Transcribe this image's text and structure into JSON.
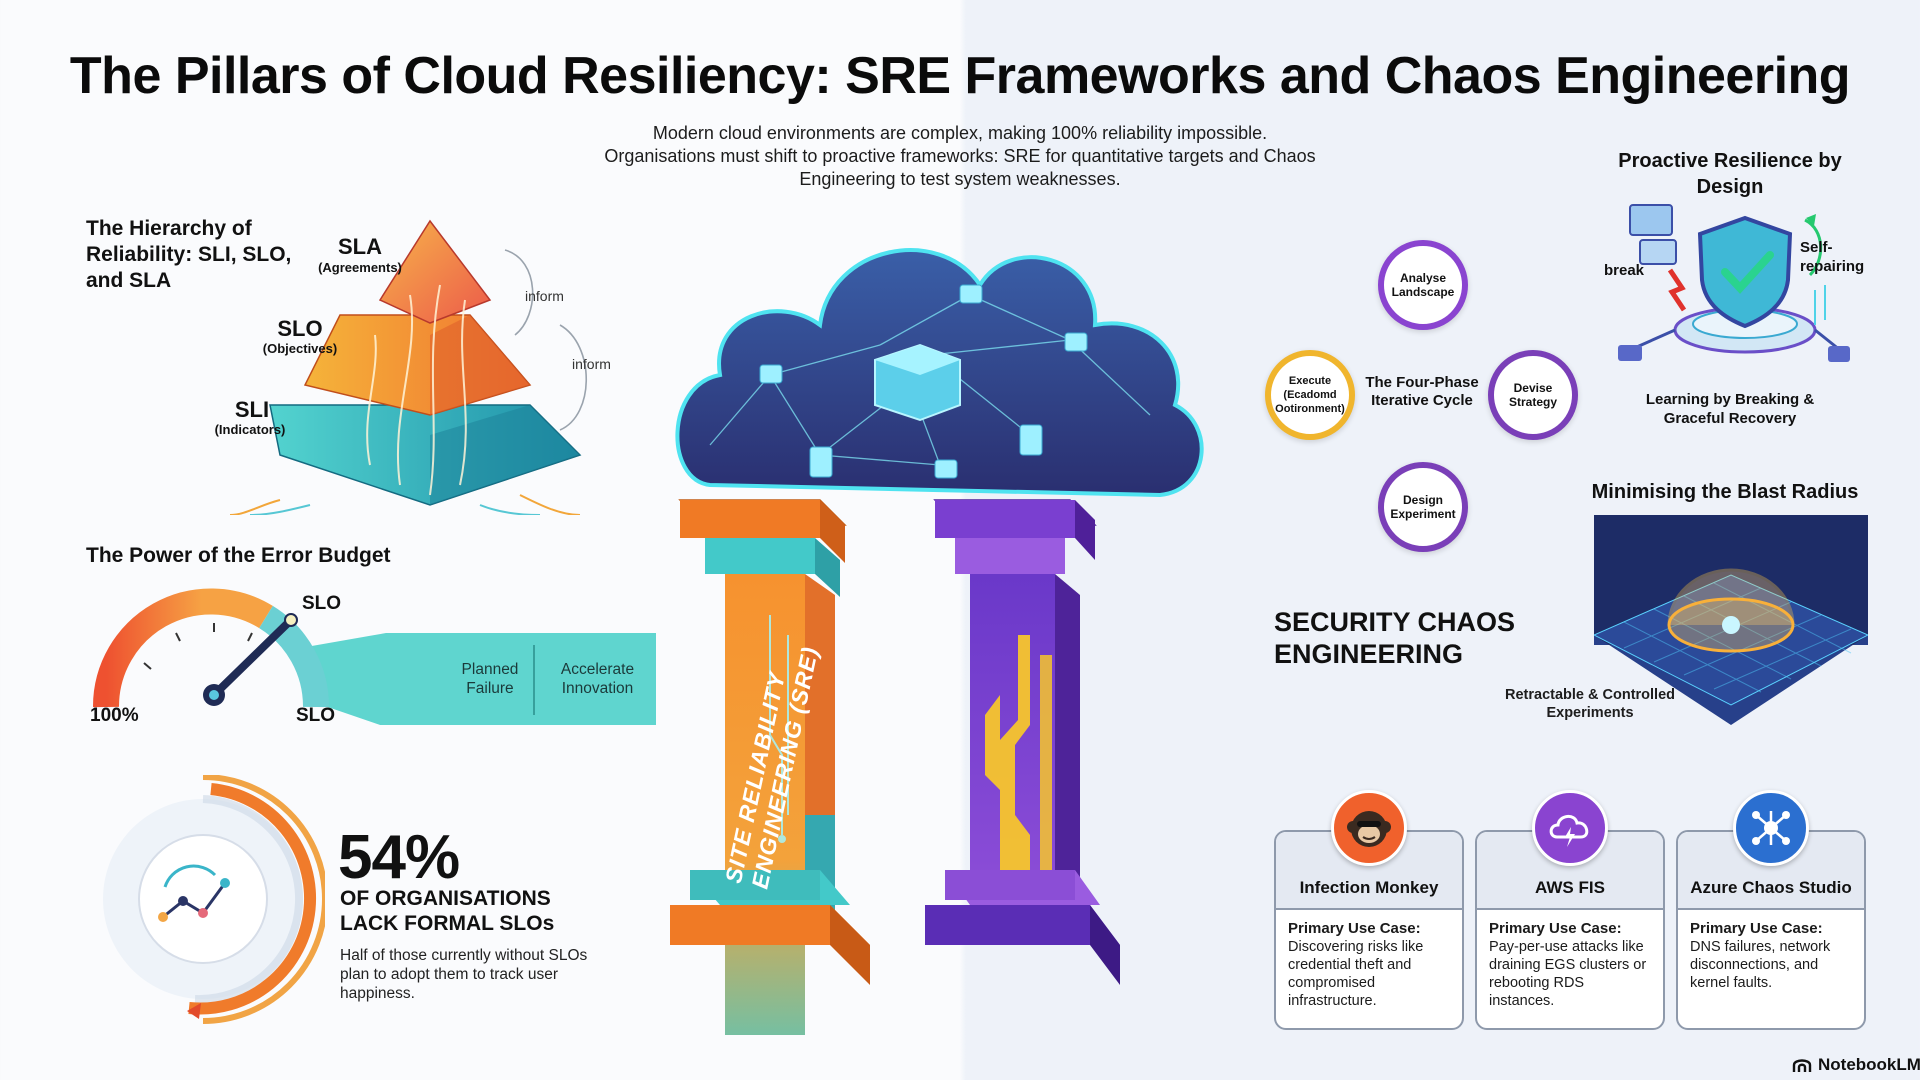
{
  "title": "The Pillars of Cloud Resiliency: SRE Frameworks and Chaos Engineering",
  "intro": "Modern cloud environments are complex, making 100% reliability impossible. Organisations must shift to proactive frameworks: SRE for quantitative targets and Chaos Engineering to test system weaknesses.",
  "hierarchy": {
    "heading": "The Hierarchy of Reliability: SLI, SLO, and SLA",
    "sla": "SLA",
    "sla_sub": "(Agreements)",
    "slo": "SLO",
    "slo_sub": "(Objectives)",
    "sli": "SLI",
    "sli_sub": "(Indicators)",
    "inform_1": "inform",
    "inform_2": "inform"
  },
  "error_budget": {
    "heading": "The Power of the Error Budget",
    "label_100": "100%",
    "slo_top": "SLO",
    "slo_bottom": "SLO",
    "planned": "Planned Failure",
    "accelerate": "Accelerate Innovation"
  },
  "stat": {
    "value": "54%",
    "headline": "OF ORGANISATIONS LACK FORMAL SLOs",
    "note": "Half of those currently without SLOs plan to adopt them to track user happiness."
  },
  "pillar": {
    "sre_label": "SITE RELIABILITY ENGINEERING (SRE)"
  },
  "cycle": {
    "center": "The Four-Phase Iterative Cycle",
    "analyse": "Analyse Landscape",
    "devise": "Devise Strategy",
    "design": "Design Experiment",
    "execute": "Execute (Ecadomd Ootironment)"
  },
  "proactive": {
    "heading": "Proactive Resilience by Design",
    "break": "break",
    "self_repair": "Self-repairing",
    "caption": "Learning by Breaking & Graceful Recovery"
  },
  "security_chaos": "SECURITY CHAOS ENGINEERING",
  "blast": {
    "heading": "Minimising the Blast Radius",
    "caption": "Retractable & Controlled Experiments"
  },
  "tools": [
    {
      "name": "Infection Monkey",
      "label": "Primary Use Case:",
      "desc": "Discovering risks like credential theft and compromised infrastructure."
    },
    {
      "name": "AWS FIS",
      "label": "Primary Use Case:",
      "desc": "Pay-per-use attacks like draining EGS clusters or rebooting RDS instances."
    },
    {
      "name": "Azure Chaos Studio",
      "label": "Primary Use Case:",
      "desc": "DNS failures, network disconnections, and kernel faults."
    }
  ],
  "brand": "NotebookLM",
  "colors": {
    "orange": "#f47a2b",
    "teal": "#43c9c9",
    "purple": "#7a3fd0",
    "navy": "#24305e",
    "yellow": "#f7c52c"
  }
}
